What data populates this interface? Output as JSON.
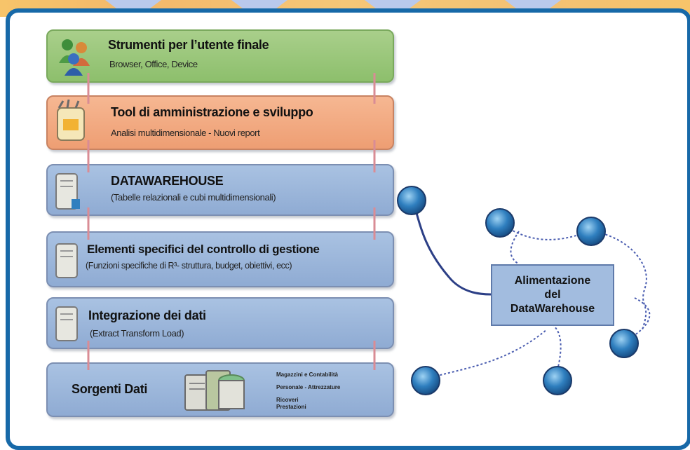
{
  "layers": [
    {
      "title": "Strumenti per l’utente finale",
      "subtitle": "Browser, Office, Device"
    },
    {
      "title": "Tool di amministrazione e sviluppo",
      "subtitle": "Analisi multidimensionale  -  Nuovi report"
    },
    {
      "title": "DATAWAREHOUSE",
      "subtitle": "(Tabelle relazionali e cubi multidimensionali)"
    },
    {
      "title": "Elementi specifici del controllo di gestione",
      "subtitle": "(Funzioni specifiche di R³- struttura, budget, obiettivi, ecc)"
    },
    {
      "title": "Integrazione dei dati",
      "subtitle": "(Extract Transform Load)"
    },
    {
      "title": "Sorgenti Dati",
      "subtitle": ""
    }
  ],
  "source_items": [
    "Magazzini e Contabilità",
    "Personale - Attrezzature",
    "Ricoveri",
    "Prestazioni"
  ],
  "feed_label": "Alimentazione\ndel\nDataWarehouse",
  "colors": {
    "frame": "#1769a8",
    "green_layer": "#9cc77d",
    "orange_layer": "#f3a981",
    "blue_layer": "#9db8de",
    "node": "#2f7fbf"
  }
}
